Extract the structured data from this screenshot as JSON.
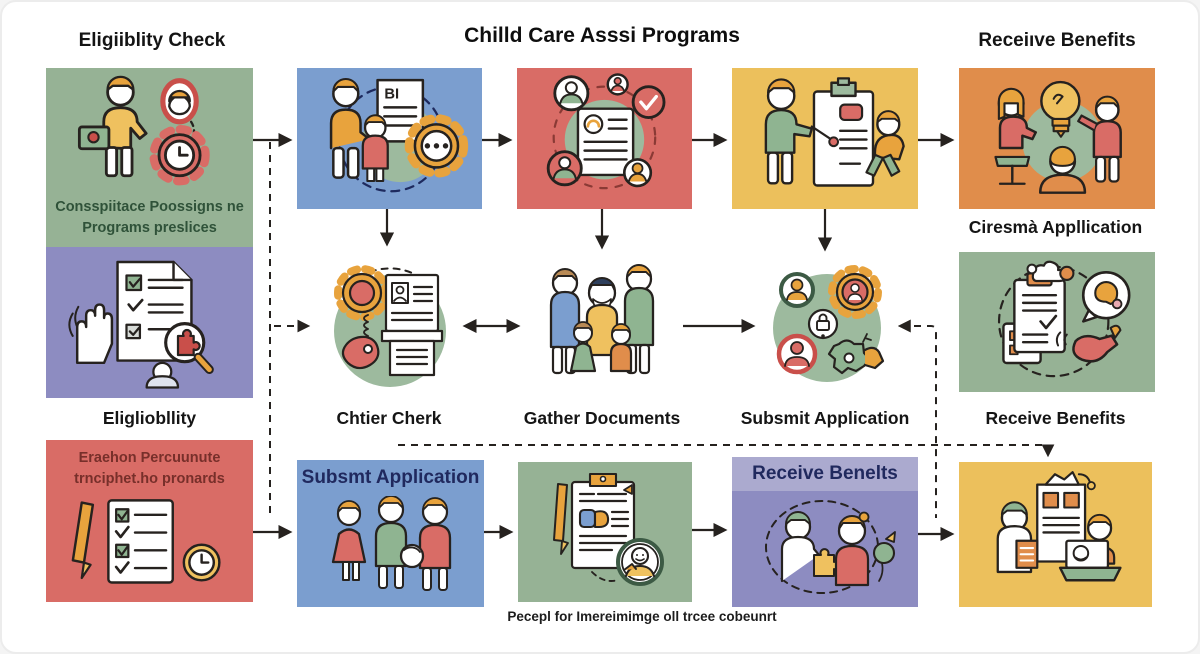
{
  "title": "Chilld Care Asssi Programs",
  "footer_caption": "Pecepl for Imereimimge oll trcee cobeunrt",
  "columns": {
    "left": {
      "header": "Eligiiblity Check",
      "green_caption": [
        "Consspiitace Poossigns ne",
        "Programs preslices"
      ],
      "mid_label": "Eligliobllity",
      "red_caption": [
        "Eraehon Percuunute",
        "trnciphet.ho pronards"
      ]
    },
    "right": {
      "header": "Receiıve Benefits",
      "mid_label": "Ciresmà Appllication",
      "low_label": "Receive Benefits"
    }
  },
  "steps": {
    "step1_label": "Chtier Cherk",
    "step2_label": "Gather Documents",
    "step3_label": "Subsmit Application"
  },
  "bottom_row": {
    "submit_title": "Subsmt Application",
    "receive_title": "Receive Benelts"
  },
  "icons": {
    "blue_doc_text": "BI"
  },
  "colors": {
    "sage_green": "#96B295",
    "blue": "#7B9ECF",
    "salmon_red": "#D96C66",
    "yellow": "#ECC05C",
    "orange": "#E08D4B",
    "purple": "#8D8CC1",
    "purple_band": "#ABAACF",
    "navy_text": "#20295E",
    "dark_green_text": "#2F5239",
    "dark_red_text": "#772F2A"
  }
}
